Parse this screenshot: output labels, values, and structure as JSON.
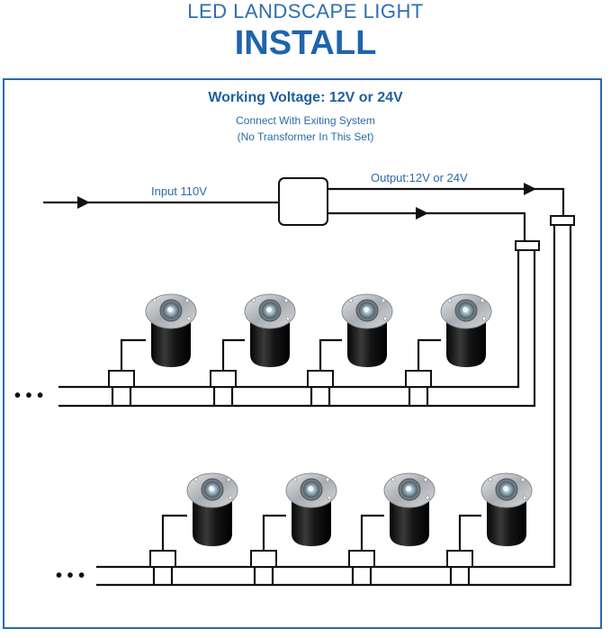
{
  "header": {
    "subtitle": "LED LANDSCAPE LIGHT",
    "title": "INSTALL"
  },
  "diagram": {
    "voltage_title": "Working Voltage: 12V or 24V",
    "note_line_1": "Connect With Exiting System",
    "note_line_2": "(No Transformer In This Set)",
    "input_label": "Input 110V",
    "output_label": "Output:12V or 24V",
    "continuation_mark": "• • •",
    "rows": [
      {
        "name": "upper-row",
        "light_count": 4
      },
      {
        "name": "lower-row",
        "light_count": 4
      }
    ],
    "colors": {
      "title_blue": "#1f64ad",
      "text_blue": "#2b6aa8",
      "wire": "#111111",
      "light_body": "#1a1a1a",
      "steel_ring": "#b9bcbf"
    }
  }
}
